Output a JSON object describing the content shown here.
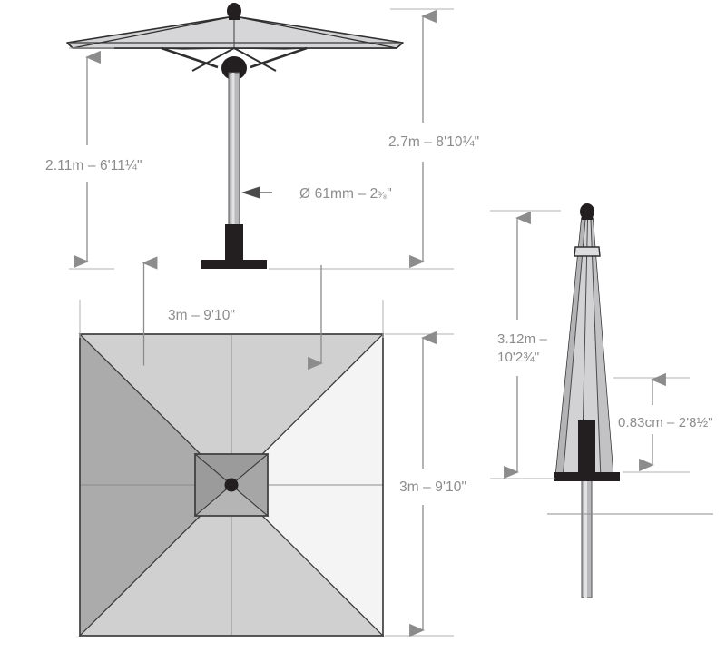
{
  "diagram": {
    "type": "technical-dimension-drawing",
    "subject": "square parasol / patio umbrella",
    "background_color": "#ffffff",
    "line_color": "#3a3a3a",
    "dimension_color": "#8c8c8c"
  },
  "views": {
    "front_open": {
      "name": "front elevation - open",
      "canopy_fill": "#d2d2d4",
      "pole_fill": "#b9b9bb",
      "hardware_fill": "#231f20"
    },
    "plan": {
      "name": "plan view - open",
      "quadrants": [
        {
          "position": "left",
          "fill": "#ababab"
        },
        {
          "position": "top",
          "fill": "#d0d0d0"
        },
        {
          "position": "bottom",
          "fill": "#d0d0d0"
        },
        {
          "position": "right",
          "fill": "#f4f4f4"
        }
      ],
      "hub_fill": "#9e9e9e",
      "center_dot_fill": "#231f20"
    },
    "front_closed": {
      "name": "front elevation - closed",
      "canopy_fill": "#d2d2d4",
      "canopy_shade_fill": "#b4b4b6",
      "pole_fill": "#b9b9bb",
      "hardware_fill": "#231f20"
    }
  },
  "dimensions": {
    "canopy_height": {
      "label_metric": "2.11m",
      "label_separator": "–",
      "label_imperial": "6'11¼\"",
      "full_label": "2.11m – 6'11¼\"",
      "orientation": "vertical"
    },
    "overall_height": {
      "label_metric": "2.7m",
      "label_separator": "–",
      "label_imperial": "8'10¼\"",
      "full_label": "2.7m – 8'10¼\"",
      "orientation": "vertical"
    },
    "pole_diameter": {
      "symbol": "Ø",
      "label_metric": "61mm",
      "label_separator": "–",
      "label_imperial_whole": "2",
      "label_imperial_fraction": "³⁄₈",
      "label_imperial_unit": "\"",
      "full_label": "Ø 61mm – 2³⁄₈\"",
      "orientation": "leader-arrow"
    },
    "canopy_width": {
      "label_metric": "3m",
      "label_separator": "–",
      "label_imperial": "9'10\"",
      "full_label": "3m – 9'10\"",
      "orientation": "horizontal"
    },
    "canopy_depth": {
      "label_metric": "3m",
      "label_separator": "–",
      "label_imperial": "9'10\"",
      "full_label": "3m – 9'10\"",
      "orientation": "vertical"
    },
    "closed_height": {
      "label_line1": "3.12m –",
      "label_line2": "10'2¾\"",
      "full_label": "3.12m – 10'2¾\"",
      "orientation": "vertical"
    },
    "base_height": {
      "label_metric": "0.83cm",
      "label_separator": "–",
      "label_imperial": "2'8½\"",
      "full_label": "0.83cm – 2'8½\"",
      "orientation": "vertical"
    }
  }
}
